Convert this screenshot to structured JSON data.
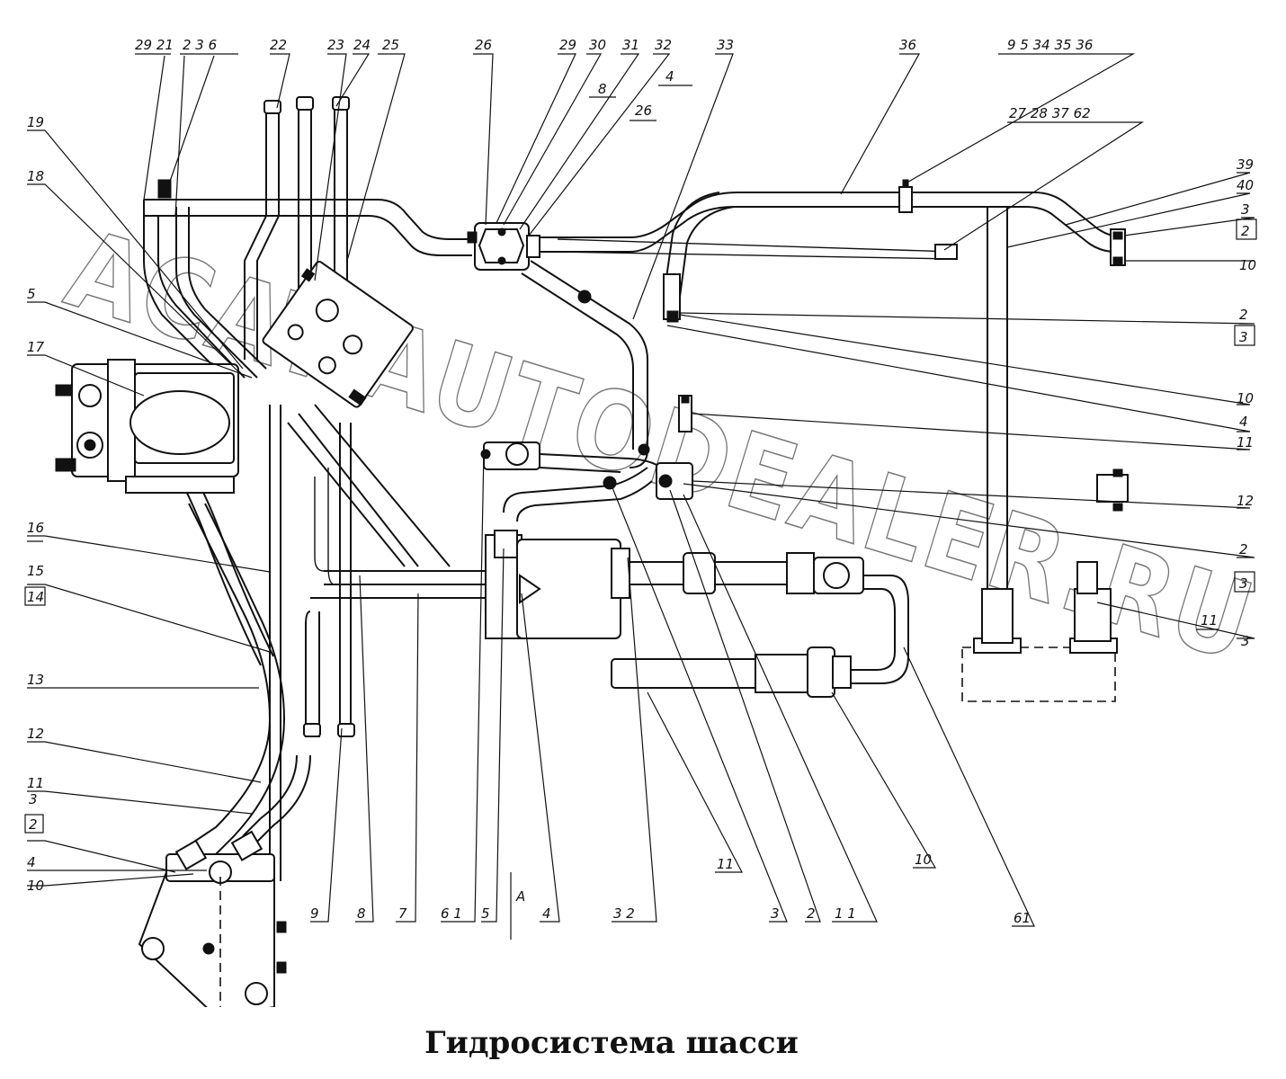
{
  "caption": "Гидросистема шасси",
  "watermark": "ACAT.AUTODEALER.RU",
  "section_mark": "A",
  "labels": {
    "l_29_21": "29 21",
    "l_2_3_6": "2 3 6",
    "l_22": "22",
    "l_23": "23",
    "l_24": "24",
    "l_25": "25",
    "l_26a": "26",
    "l_29": "29",
    "l_30": "30",
    "l_31": "31",
    "l_32": "32",
    "l_4top": "4",
    "l_8top": "8",
    "l_26b": "26",
    "l_33": "33",
    "l_36": "36",
    "l_9_5_34": "9 5 34 35 36",
    "l_27_28": "27 28 37 62",
    "l_39": "39",
    "l_40": "40",
    "l_3_2a": "3",
    "l_3_2b": "2",
    "l_10r": "10",
    "l_2_3a": "2",
    "l_2_3b": "3",
    "l_10r2": "10",
    "l_4r": "4",
    "l_11r": "11",
    "l_12r": "12",
    "l_2_3c": "2",
    "l_2_3d": "3",
    "l_11_3a": "11",
    "l_11_3b": "3",
    "l_19": "19",
    "l_18": "18",
    "l_5": "5",
    "l_17": "17",
    "l_16": "16",
    "l_15": "15",
    "l_14": "14",
    "l_13": "13",
    "l_12": "12",
    "l_11": "11",
    "l_3_2c": "3",
    "l_3_2d": "2",
    "l_4": "4",
    "l_10": "10",
    "b_9": "9",
    "b_8": "8",
    "b_7": "7",
    "b_6_1": "6 1",
    "b_5": "5",
    "b_4": "4",
    "b_3_2": "3 2",
    "b_11": "11",
    "b_3": "3",
    "b_2": "2",
    "b_1_1": "1 1",
    "b_10": "10",
    "b_61": "61"
  }
}
